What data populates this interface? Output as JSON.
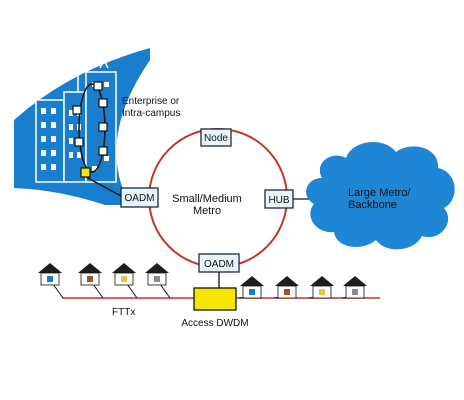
{
  "labels": {
    "enterprise_line1": "Enterprise or",
    "enterprise_line2": "Intra-campus",
    "node": "Node",
    "oadm_left": "OADM",
    "oadm_bottom": "OADM",
    "hub": "HUB",
    "ring_line1": "Small/Medium",
    "ring_line2": "Metro",
    "cloud_line1": "Large Metro/",
    "cloud_line2": "Backbone",
    "fttx": "FTTx",
    "access_dwdm": "Access DWDM"
  },
  "colors": {
    "ring": "#c0392b",
    "campus_blue": "#1a7ecf",
    "cloud_blue": "#1f86d6",
    "box_fill": "#e8f4fa",
    "box_stroke": "#1b2a3a",
    "dwdm_yellow": "#f7e600",
    "house_roof": "#1e1e1e",
    "house_wall": "#ffffff",
    "house_door_colors": [
      "#1a7ecf",
      "#a0522d",
      "#e8c24a",
      "#8a8a8a",
      "#1a7ecf",
      "#a0522d",
      "#e8c24a",
      "#8a8a8a"
    ]
  },
  "icons": {
    "campus": "building-icon",
    "cloud": "cloud-icon",
    "house": "house-icon"
  }
}
